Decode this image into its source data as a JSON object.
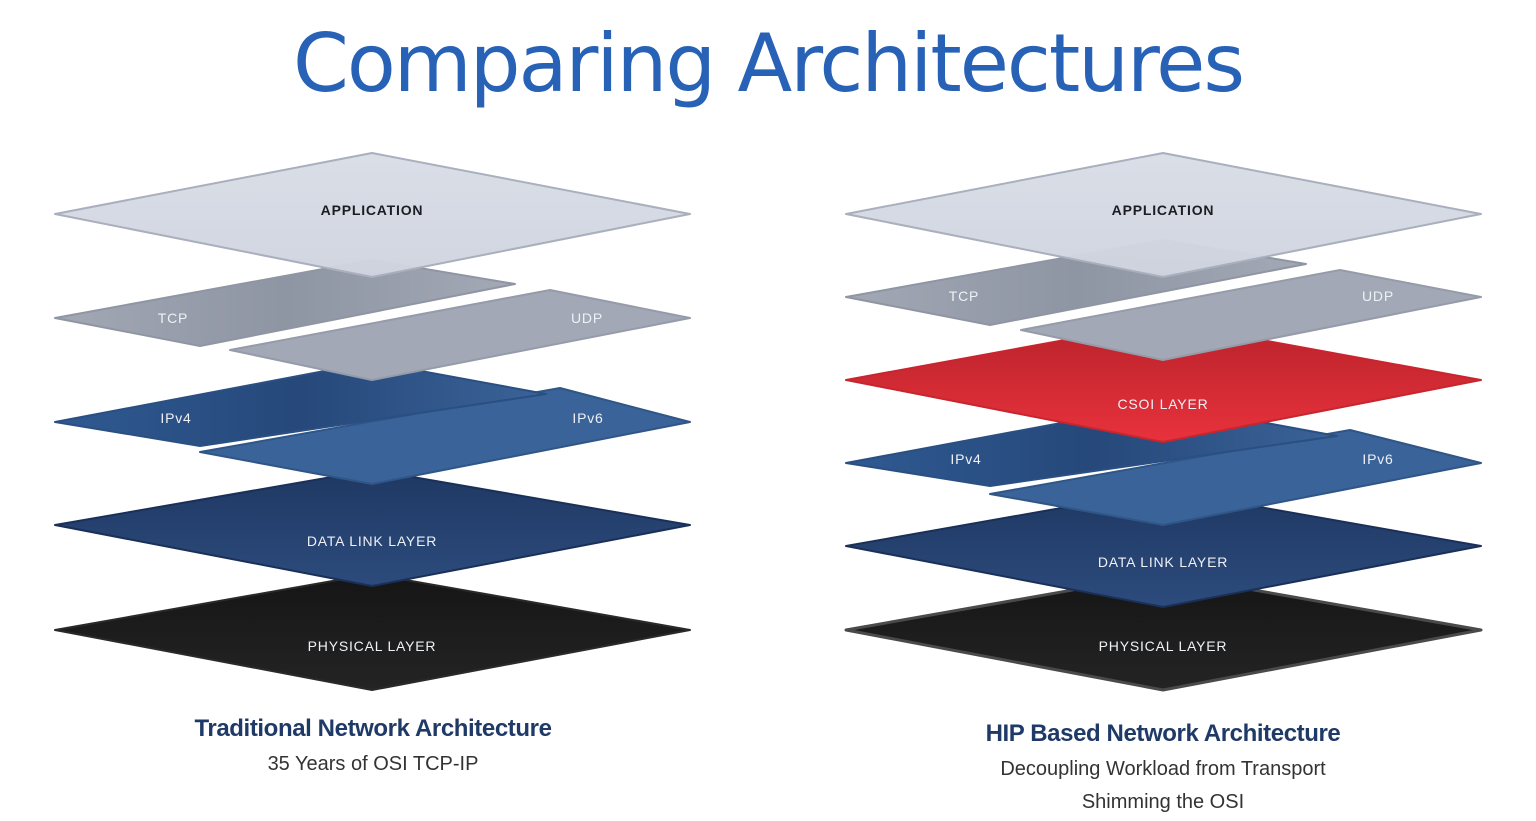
{
  "title": "Comparing Architectures",
  "colors": {
    "title": "#2862b6",
    "application": "#d5d9e3",
    "transport": "#9ea4b1",
    "network": "#355d93",
    "datalink": "#233f69",
    "physical": "#1b1b1c",
    "csoi": "#db2a34",
    "caption_title": "#1f3a66"
  },
  "left": {
    "layers": {
      "application": "APPLICATION",
      "tcp": "TCP",
      "udp": "UDP",
      "ipv4": "IPv4",
      "ipv6": "IPv6",
      "datalink": "DATA LINK LAYER",
      "physical": "PHYSICAL LAYER"
    },
    "caption_title": "Traditional Network Architecture",
    "caption_sub": "35 Years of OSI TCP-IP"
  },
  "right": {
    "layers": {
      "application": "APPLICATION",
      "tcp": "TCP",
      "udp": "UDP",
      "csoi": "CSOI LAYER",
      "ipv4": "IPv4",
      "ipv6": "IPv6",
      "datalink": "DATA LINK LAYER",
      "physical": "PHYSICAL LAYER"
    },
    "caption_title": "HIP Based Network Architecture",
    "caption_sub": "Decoupling Workload from Transport",
    "caption_sub2": "Shimming the OSI"
  }
}
